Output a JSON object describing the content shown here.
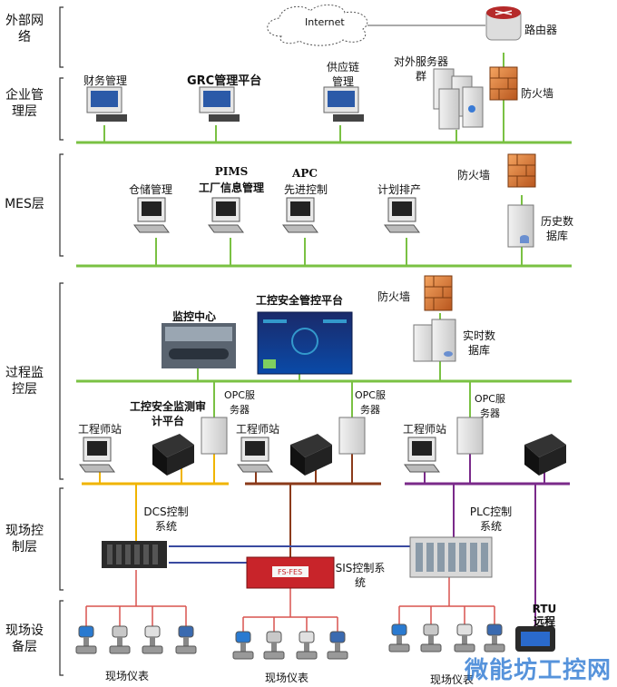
{
  "layers": {
    "external": "外部网络",
    "enterprise": "企业管理层",
    "mes": "MES层",
    "process": "过程监控层",
    "field_control": "现场控制层",
    "field_device": "现场设备层"
  },
  "nodes": {
    "internet": "Internet",
    "router": "路由器",
    "finance": "财务管理",
    "grc": "GRC管理平台",
    "supply_chain": "供应链管理",
    "external_servers": "对外服务器群",
    "firewall": "防火墙",
    "warehouse": "仓储管理",
    "pims_line1": "PIMS",
    "pims_line2": "工厂信息管理",
    "apc_line1": "APC",
    "apc_line2": "先进控制",
    "scheduling": "计划排产",
    "history_db": "历史数据库",
    "monitor_center": "监控中心",
    "ics_platform": "工控安全管控平台",
    "realtime_db": "实时数据库",
    "engineer_station": "工程师站",
    "audit_platform": "工控安全监测审计平台",
    "opc_server": "OPC服务器",
    "dcs": "DCS控制系统",
    "sis": "SIS控制系统",
    "sis_panel": "FS-FES",
    "plc": "PLC控制系统",
    "rtu": "RTU远程",
    "field_instruments": "现场仪表"
  },
  "watermark": "微能坊工控网",
  "colors": {
    "network": "#7ac143",
    "dcs_bus": "#f0b400",
    "sis_bus": "#8b3a1a",
    "plc_bus": "#7a2a8a",
    "control_link": "#3a4aa0",
    "field_link": "#d9534f",
    "firewall": "#d2691e"
  }
}
